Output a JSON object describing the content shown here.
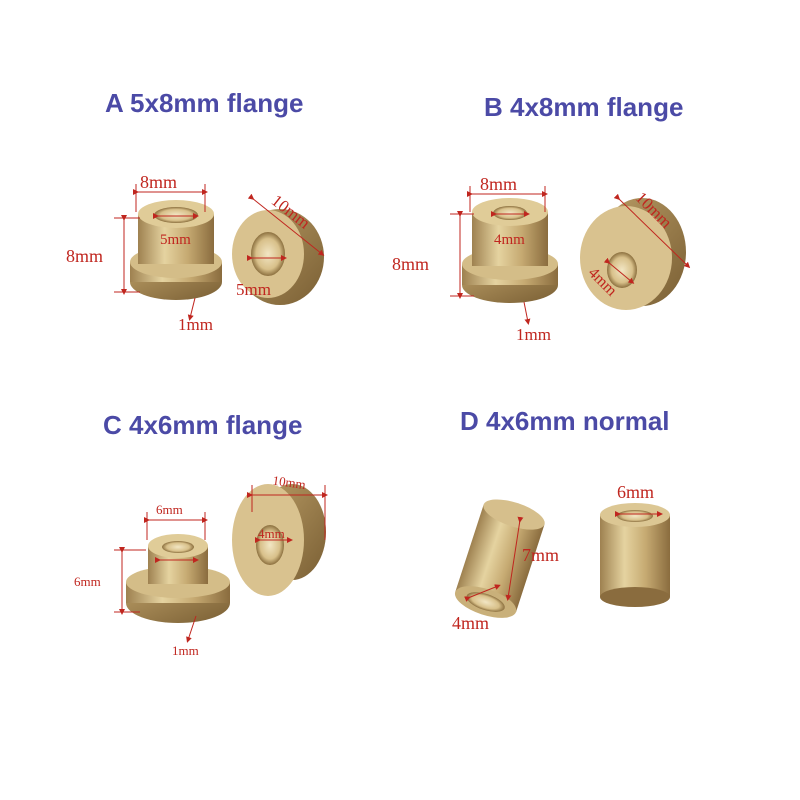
{
  "panels": {
    "a": {
      "title": "A 5x8mm flange",
      "labels": {
        "top": "8mm",
        "inner": "5mm",
        "height": "8mm",
        "length": "10mm",
        "hole": "5mm",
        "flange": "1mm"
      }
    },
    "b": {
      "title": "B 4x8mm flange",
      "labels": {
        "top": "8mm",
        "inner": "4mm",
        "height": "8mm",
        "length": "10mm",
        "hole": "4mm",
        "flange": "1mm"
      }
    },
    "c": {
      "title": "C 4x6mm flange",
      "labels": {
        "top": "6mm",
        "height": "6mm",
        "length": "10mm",
        "hole": "4mm",
        "flange": "1mm"
      }
    },
    "d": {
      "title": "D 4x6mm normal",
      "labels": {
        "top": "6mm",
        "length": "7mm",
        "bottom": "4mm"
      }
    }
  },
  "colors": {
    "title": "#4b4aa6",
    "dimension": "#c0261f",
    "brass": "#c9b07a"
  }
}
